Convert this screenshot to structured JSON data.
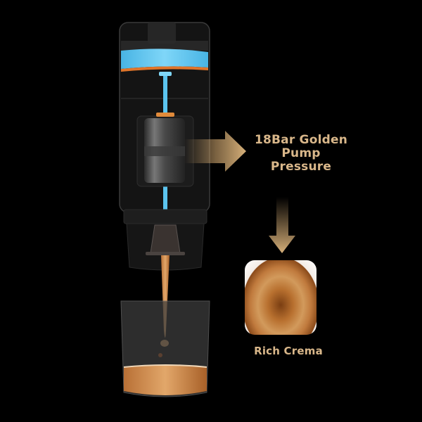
{
  "image": {
    "subject": "portable espresso machine cross-section infographic",
    "background_color": "#000000"
  },
  "callouts": [
    {
      "id": "pressure",
      "text_lines": [
        "18Bar Golden",
        "Pump",
        "Pressure"
      ],
      "color": "#d9b78a"
    },
    {
      "id": "crema",
      "text": "Rich Crema",
      "color": "#d9b78a"
    }
  ],
  "colors": {
    "water_blue": "#5bc4ef",
    "accent_orange": "#e0752a",
    "coffee_brown": "#c47a3a",
    "gold_arrow": "#c9a16b",
    "body_dark": "#1a1a1a"
  }
}
